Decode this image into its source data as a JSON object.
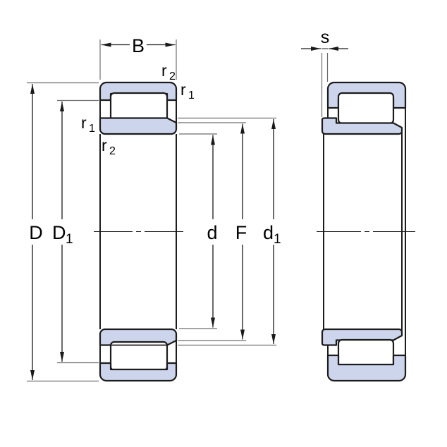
{
  "diagram": {
    "description": "Cylindrical roller bearing cross-section technical drawing, two side-by-side views",
    "background": "#ffffff"
  },
  "colors": {
    "ring_fill": "#ccd5ec",
    "outline": "#1c1c1c",
    "dimension_line": "#1a1a1a",
    "extension_line": "#6e6e6e",
    "label_color": "#000000"
  },
  "labels": {
    "width": {
      "base": "B",
      "sub": ""
    },
    "outer_diameter": {
      "base": "D",
      "sub": ""
    },
    "outer_shoulder_diameter": {
      "base": "D",
      "sub": "1"
    },
    "bore_diameter": {
      "base": "d",
      "sub": ""
    },
    "raceway_diameter": {
      "base": "F",
      "sub": ""
    },
    "inner_shoulder_diameter": {
      "base": "d",
      "sub": "1"
    },
    "axial_displacement": {
      "base": "s",
      "sub": ""
    },
    "chamfer_radius_1": {
      "base": "r",
      "sub": "1"
    },
    "chamfer_radius_2": {
      "base": "r",
      "sub": "2"
    }
  }
}
